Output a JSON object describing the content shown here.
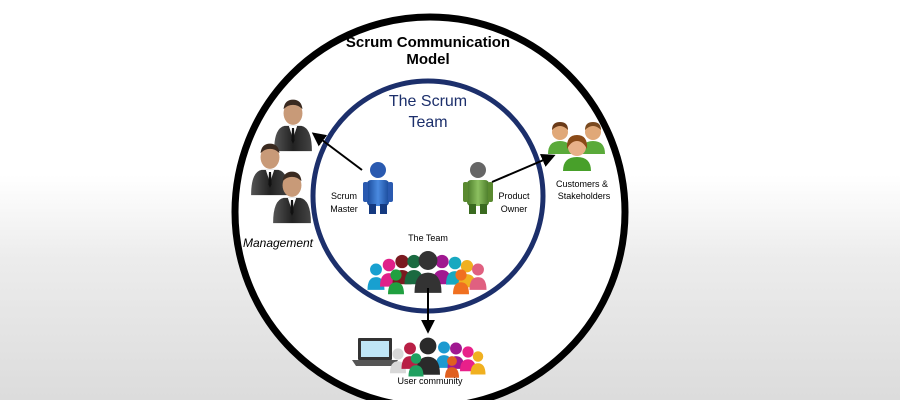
{
  "title_line1": "Scrum Communication",
  "title_line2": "Model",
  "inner_title_line1": "The Scrum",
  "inner_title_line2": "Team",
  "roles": {
    "scrum_master_line1": "Scrum",
    "scrum_master_line2": "Master",
    "product_owner_line1": "Product",
    "product_owner_line2": "Owner",
    "team": "The Team"
  },
  "outside": {
    "management": "Management",
    "customers_line1": "Customers &",
    "customers_line2": "Stakeholders",
    "user_community": "User community"
  },
  "colors": {
    "outer_ring": "#000000",
    "inner_ring": "#1c2f6b",
    "scrum_master": "#2f6fc8",
    "product_owner": "#6a9a3c",
    "management_suit": "#2b2b2b",
    "customers_shirt": "#5aaa3a"
  },
  "icons": [
    "management-people-icon",
    "customers-stakeholders-icon",
    "scrum-master-person-icon",
    "product-owner-person-icon",
    "team-crowd-icon",
    "user-community-crowd-icon",
    "laptop-icon"
  ]
}
